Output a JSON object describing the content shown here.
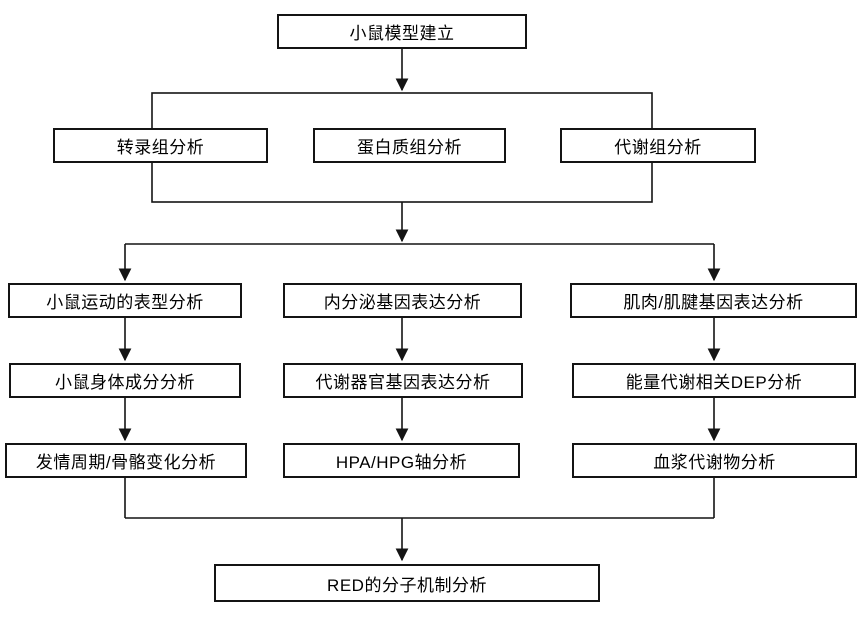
{
  "diagram": {
    "type": "flowchart",
    "colors": {
      "background": "#ffffff",
      "box_fill": "#ffffff",
      "box_border": "#141414",
      "line": "#141414",
      "text": "#000000"
    },
    "nodes": {
      "model": {
        "label": "小鼠模型建立"
      },
      "transcriptome": {
        "label": "转录组分析"
      },
      "proteome": {
        "label": "蛋白质组分析"
      },
      "metabolome": {
        "label": "代谢组分析"
      },
      "phenotype": {
        "label": "小鼠运动的表型分析"
      },
      "endocrine": {
        "label": "内分泌基因表达分析"
      },
      "muscle_tendon": {
        "label": "肌肉/肌腱基因表达分析"
      },
      "body_composition": {
        "label": "小鼠身体成分分析"
      },
      "metabolic_organ": {
        "label": "代谢器官基因表达分析"
      },
      "energy_dep": {
        "label": "能量代谢相关DEP分析"
      },
      "estrous": {
        "label": "发情周期/骨骼变化分析"
      },
      "hpa_hpg": {
        "label": "HPA/HPG轴分析"
      },
      "plasma": {
        "label": "血浆代谢物分析"
      },
      "red": {
        "label": "RED的分子机制分析"
      }
    },
    "edges": [
      "model -> omics_group(transcriptome, proteome, metabolome)",
      "omics_group -> phenotype",
      "omics_group -> endocrine",
      "omics_group -> muscle_tendon",
      "phenotype -> body_composition",
      "body_composition -> estrous",
      "endocrine -> metabolic_organ",
      "metabolic_organ -> hpa_hpg",
      "muscle_tendon -> energy_dep",
      "energy_dep -> plasma",
      "estrous -> red",
      "hpa_hpg -> red",
      "plasma -> red"
    ]
  }
}
